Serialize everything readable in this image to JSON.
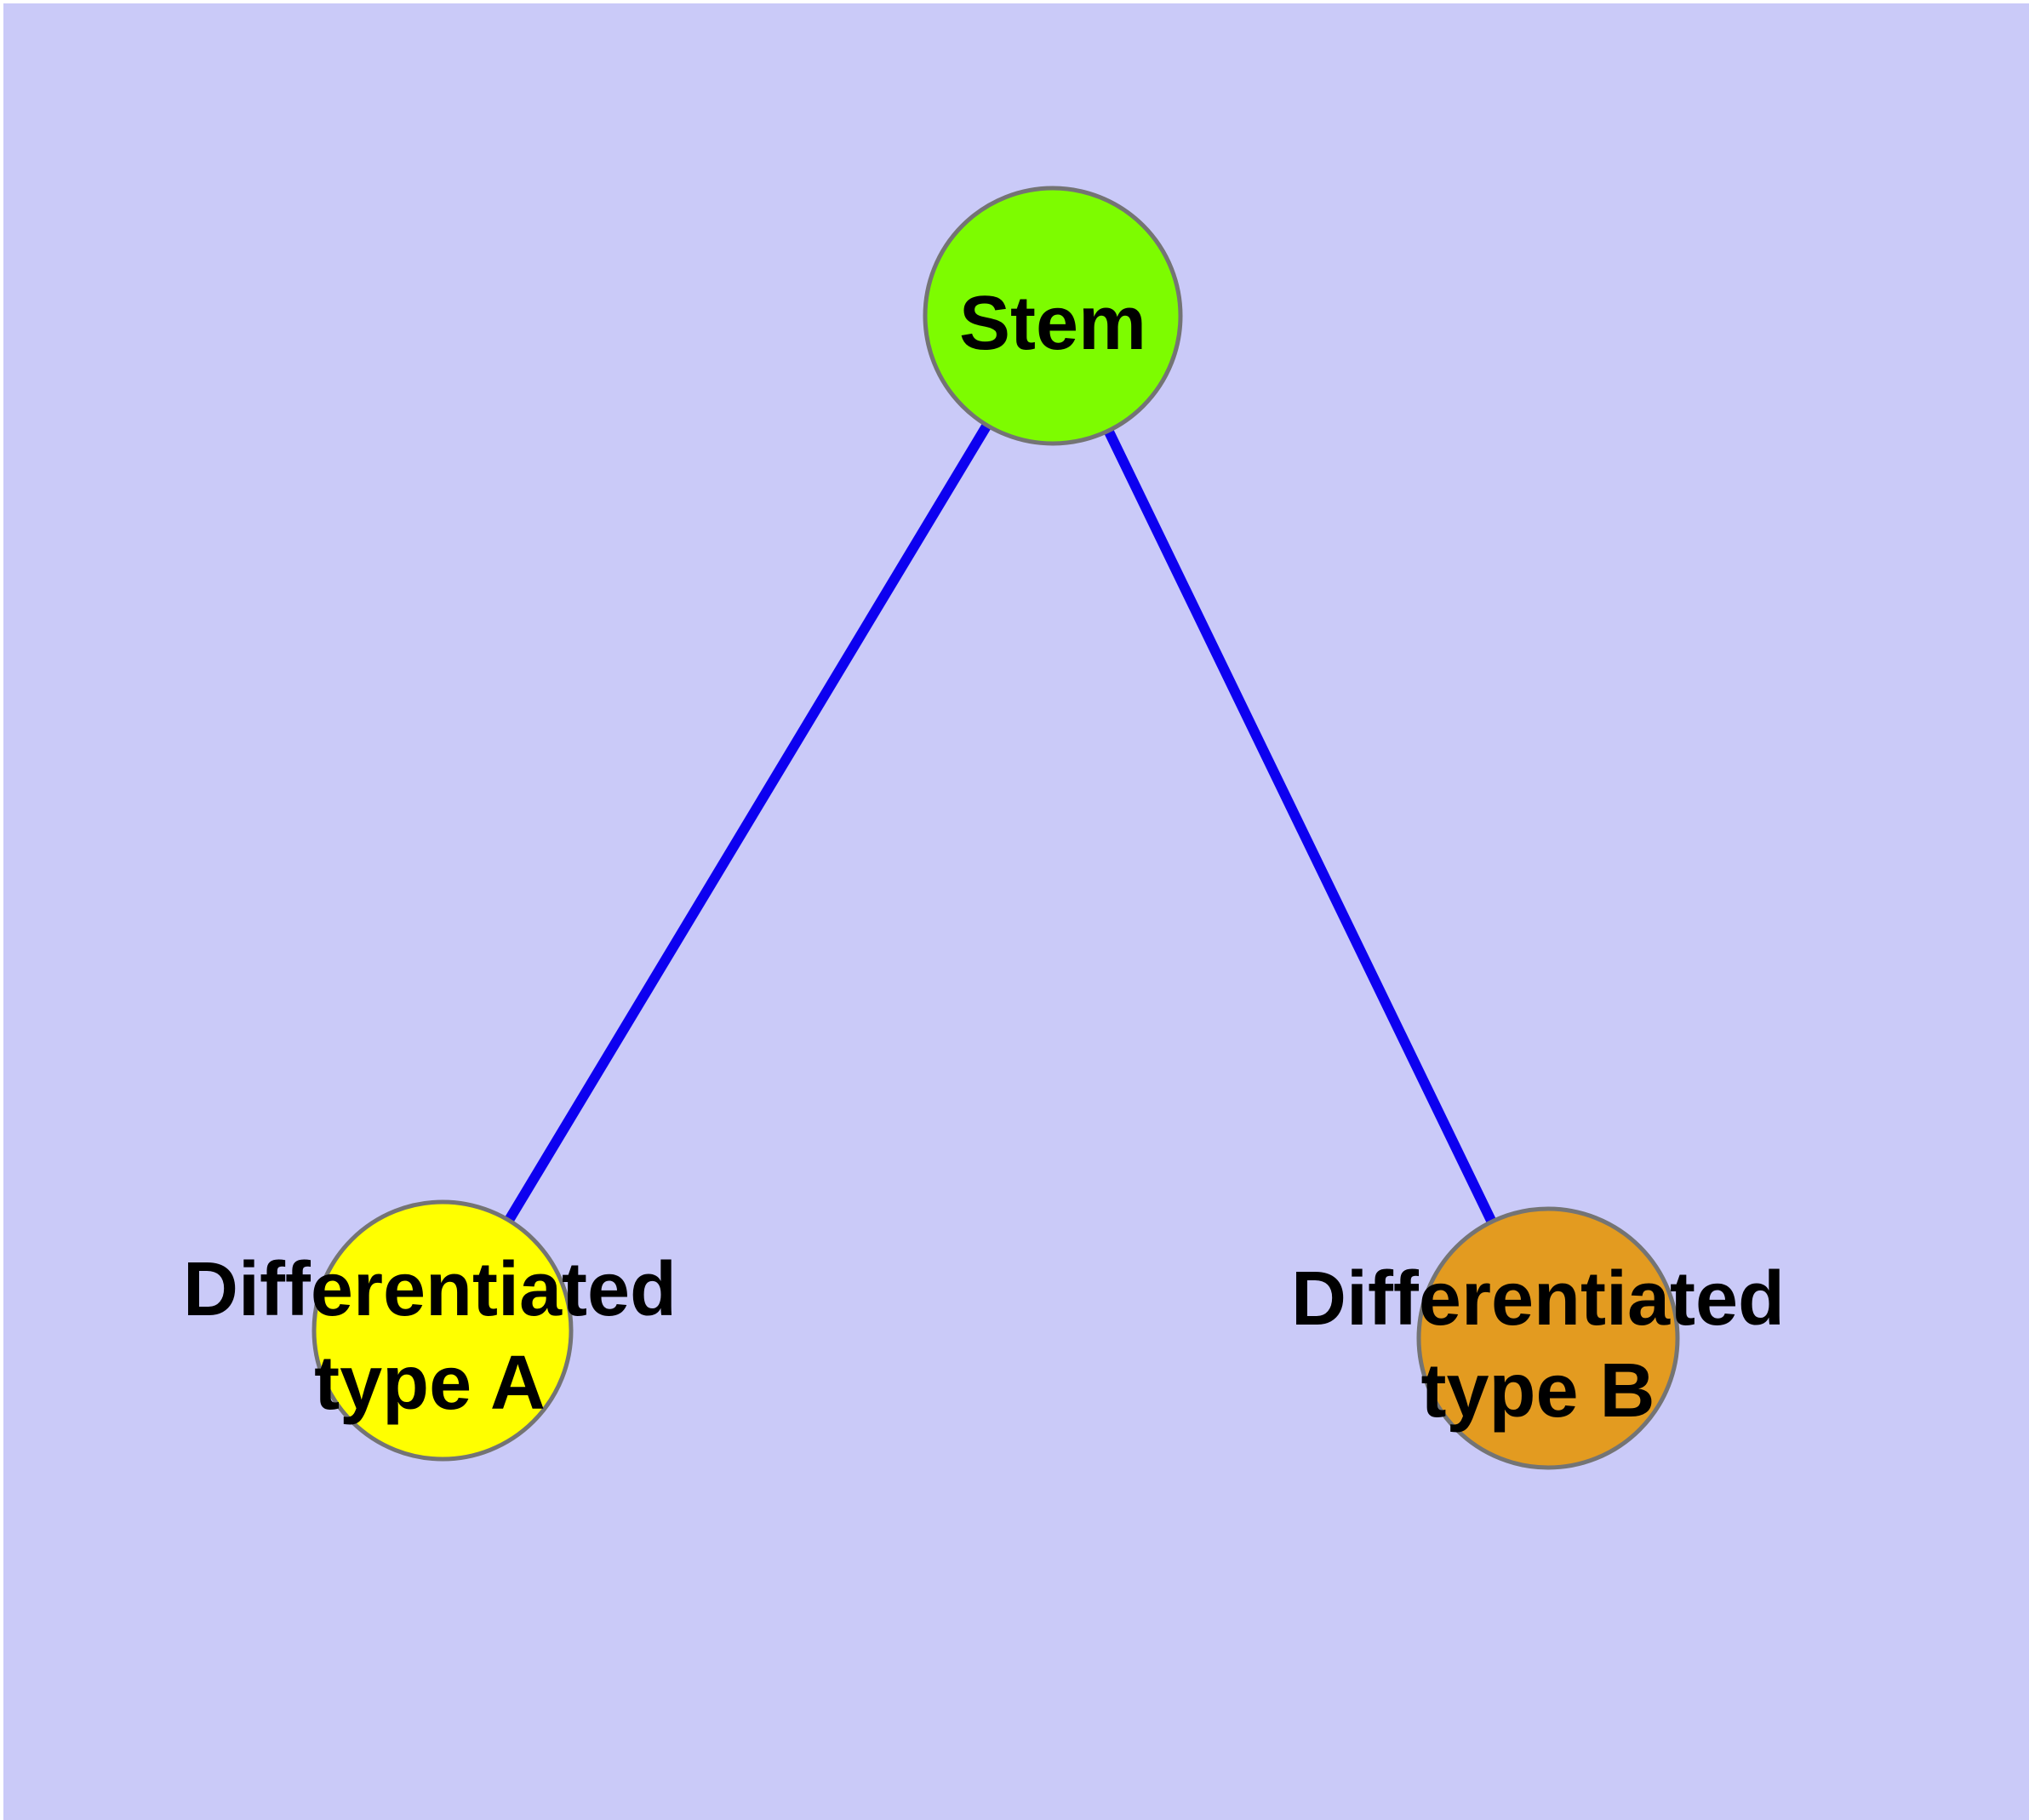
{
  "canvas": {
    "background_color": "#cacaf8",
    "margin_color": "#ffffff"
  },
  "diagram": {
    "type": "node-link-graph",
    "description": "Cell differentiation hierarchy: Stem node linked to two differentiated cell type nodes",
    "label_color": "#000000",
    "node_border_color": "#747474",
    "nodes": {
      "stem": {
        "label": "Stem",
        "fill": "#7dfc00"
      },
      "typeA": {
        "label_line1": "Differentiated",
        "label_line2": "type A",
        "fill": "#ffff00"
      },
      "typeB": {
        "label_line1": "Differentiated",
        "label_line2": "type B",
        "fill": "#e39b20"
      }
    },
    "edges": [
      {
        "from": "Stem",
        "to": "Differentiated type A",
        "color": "#0d00f0"
      },
      {
        "from": "Stem",
        "to": "Differentiated type B",
        "color": "#0d00f0"
      }
    ]
  }
}
